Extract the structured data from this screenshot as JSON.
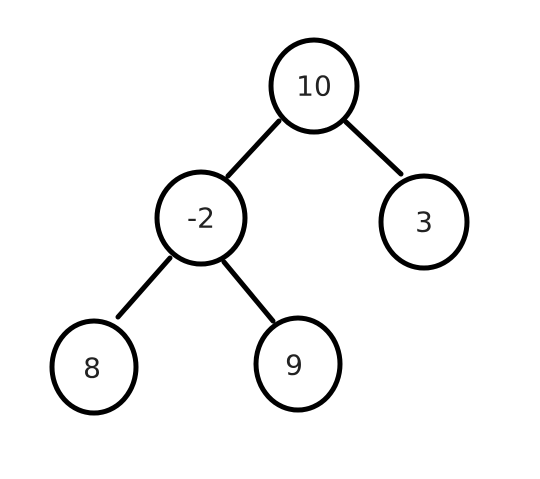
{
  "tree": {
    "nodes": [
      {
        "id": "n10",
        "label": "10",
        "parent": null
      },
      {
        "id": "nm2",
        "label": "-2",
        "parent": "n10"
      },
      {
        "id": "n3",
        "label": "3",
        "parent": "n10"
      },
      {
        "id": "n8",
        "label": "8",
        "parent": "nm2"
      },
      {
        "id": "n9",
        "label": "9",
        "parent": "nm2"
      }
    ]
  }
}
